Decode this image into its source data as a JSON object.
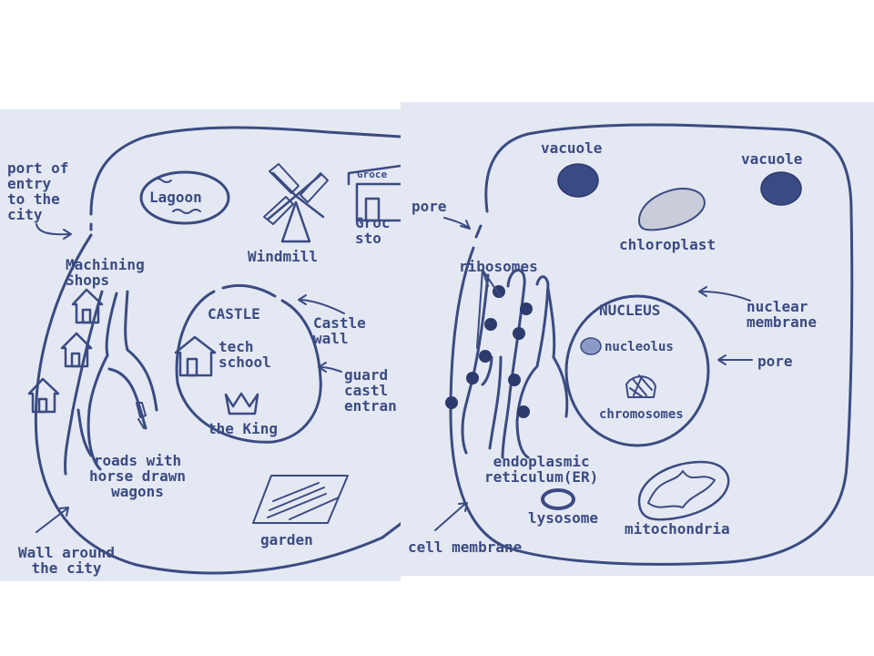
{
  "colors": {
    "ink": "#3b4b82",
    "panel_bg": "#e4e8f2",
    "dark_fill": "#3a4a85",
    "page_bg": "#ffffff"
  },
  "city": {
    "port_of_entry": "port of\nentry\nto the\ncity",
    "lagoon": "Lagoon",
    "windmill": "Windmill",
    "grocery_sign": "Groce",
    "grocery_store": "Groc\nsto",
    "machining_shops": "Machining\nShops",
    "castle": "CASTLE",
    "castle_wall": "Castle\nwall",
    "tech_school": "tech\nschool",
    "guards": "guard\ncastl\nentran",
    "the_king": "the King",
    "roads": "roads with\nhorse drawn\nwagons",
    "garden": "garden",
    "wall_around": "Wall around\nthe city"
  },
  "cell": {
    "vacuole_1": "vacuole",
    "vacuole_2": "vacuole",
    "pore_1": "pore",
    "chloroplast": "chloroplast",
    "ribosomes": "ribosomes",
    "nucleus": "NUCLEUS",
    "nuclear_membrane": "nuclear\nmembrane",
    "nucleolus": "nucleolus",
    "pore_2": "pore",
    "chromosomes": "chromosomes",
    "er": "endoplasmic\nreticulum(ER)",
    "lysosome": "lysosome",
    "mitochondria": "mitochondria",
    "cell_membrane": "cell membrane"
  }
}
